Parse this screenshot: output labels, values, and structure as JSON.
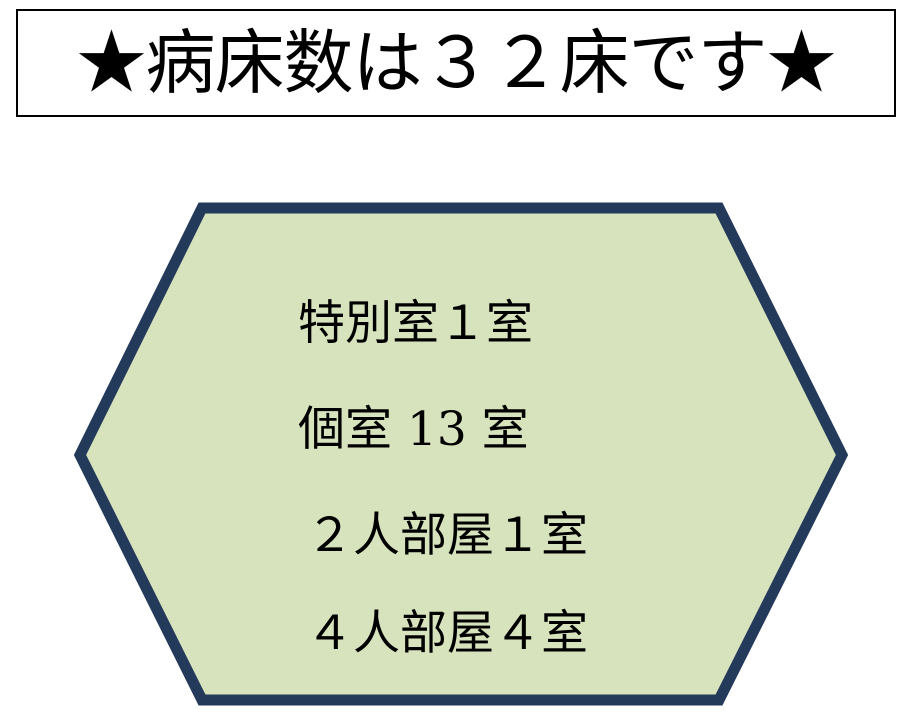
{
  "title": {
    "text": "★病床数は３２床です★"
  },
  "rooms": {
    "items": [
      {
        "label": "特別室１室"
      },
      {
        "label": "個室 13 室"
      },
      {
        "label": "２人部屋１室"
      },
      {
        "label": "４人部屋４室"
      }
    ]
  },
  "colors": {
    "hexagon_fill": "#d7e3bd",
    "hexagon_border": "#243a5a",
    "title_border": "#000000",
    "text": "#000000"
  }
}
